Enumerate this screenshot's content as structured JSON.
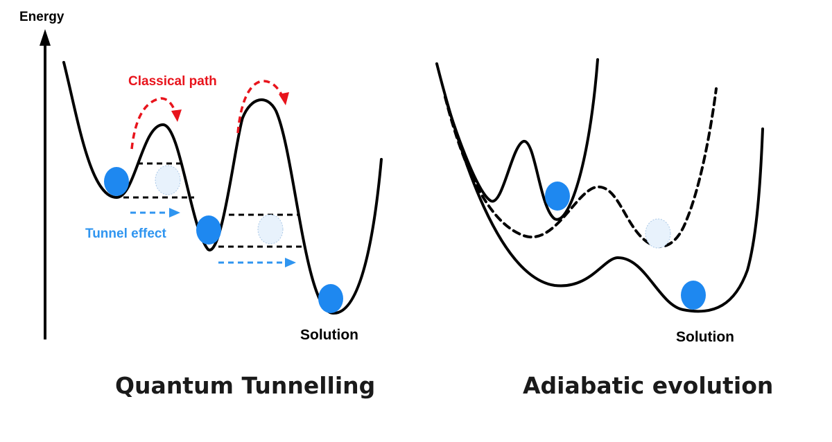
{
  "left_panel": {
    "axis_label": "Energy",
    "classical_label": "Classical path",
    "tunnel_label": "Tunnel effect",
    "solution_label": "Solution",
    "title": "Quantum Tunnelling"
  },
  "right_panel": {
    "solution_label": "Solution",
    "title": "Adiabatic evolution"
  },
  "colors": {
    "curve": "#000000",
    "ball": "#1e88f0",
    "ghost_ball": "#e8f2fc",
    "classical_arrow": "#e8141c",
    "tunnel_arrow": "#2f95f0",
    "text": "#1a1a1a"
  }
}
